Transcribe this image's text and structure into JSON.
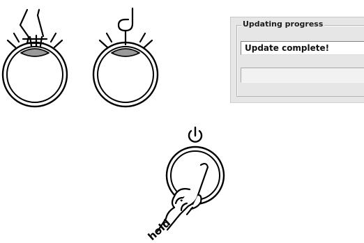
{
  "illustrations": {
    "key_press_a": {
      "icon": "piano-key-press-hand-icon"
    },
    "key_press_b": {
      "icon": "piano-key-press-finger-icon"
    },
    "power_button": {
      "icon": "power-icon",
      "caption": "hold"
    }
  },
  "update_dialog": {
    "group_title": "Updating progress",
    "status_text": "Update complete!",
    "progress": 0
  }
}
